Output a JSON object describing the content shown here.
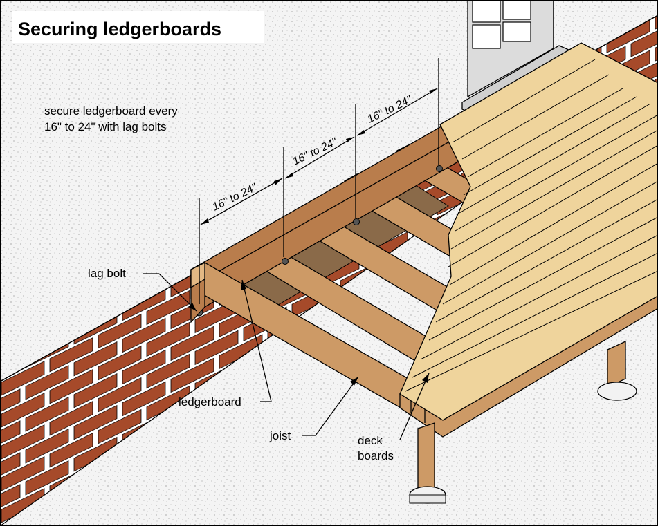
{
  "title": "Securing ledgerboards",
  "note": {
    "line1": "secure ledgerboard every",
    "line2": "16\" to 24\" with lag bolts"
  },
  "dimensions": [
    "16\" to 24\"",
    "16\" to 24\"",
    "16\" to 24\""
  ],
  "callouts": {
    "lag_bolt": "lag bolt",
    "ledgerboard": "ledgerboard",
    "joist": "joist",
    "deck_line1": "deck",
    "deck_line2": "boards"
  },
  "colors": {
    "stucco": "#f2f2f2",
    "brick": "#a64a2a",
    "mortar": "#ffffff",
    "lumber": "#cd9a66",
    "deck": "#efd49c",
    "frame": "#000000"
  }
}
